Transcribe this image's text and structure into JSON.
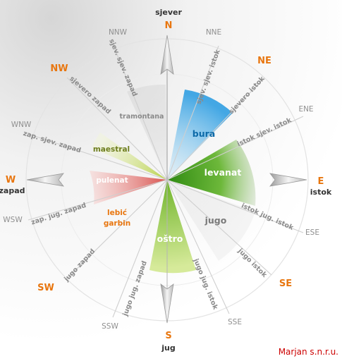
{
  "compass": {
    "cardinals": {
      "north": {
        "code": "N",
        "name": "sjever"
      },
      "east": {
        "code": "E",
        "name": "istok"
      },
      "south": {
        "code": "S",
        "name": "jug"
      },
      "west": {
        "code": "W",
        "name": "zapad"
      }
    },
    "intercardinals": {
      "ne": "NE",
      "se": "SE",
      "sw": "SW",
      "nw": "NW"
    },
    "tertiary": {
      "nne": "NNE",
      "ene": "ENE",
      "ese": "ESE",
      "sse": "SSE",
      "ssw": "SSW",
      "wsw": "WSW",
      "wnw": "WNW",
      "nnw": "NNW"
    },
    "radial_labels": {
      "nne": "sjev. sjev. istok",
      "ne": "sjevero istok",
      "ene": "istok sjev. istok",
      "ese": "istok jug. istok",
      "se": "jugo istok",
      "sse": "jugo jug. istok",
      "ssw": "jugo jug. zapad",
      "sw": "jugo zapad",
      "wsw": "zap. jug. zapad",
      "wnw": "zap. sjev. zapad",
      "nw": "sjevero zapad",
      "nnw": "sjev. sjev. zapad"
    }
  },
  "winds": {
    "tramontana": "tramontana",
    "bura": "bura",
    "levanat": "levanat",
    "jugo": "jugo",
    "ostro": "oštro",
    "lebic": "lebić",
    "garbin": "garbin",
    "pulenat": "pulenat",
    "maestral": "maestral"
  },
  "colors": {
    "orange": "#e8760f",
    "bura": "#3aa3e3",
    "levanat": "#4a9e1e",
    "ostro": "#7cc030",
    "pulenat": "#d9534f",
    "maestral": "#b8d24a",
    "credit": "#cc0000"
  },
  "credit": "Marjan s.n.r.u."
}
